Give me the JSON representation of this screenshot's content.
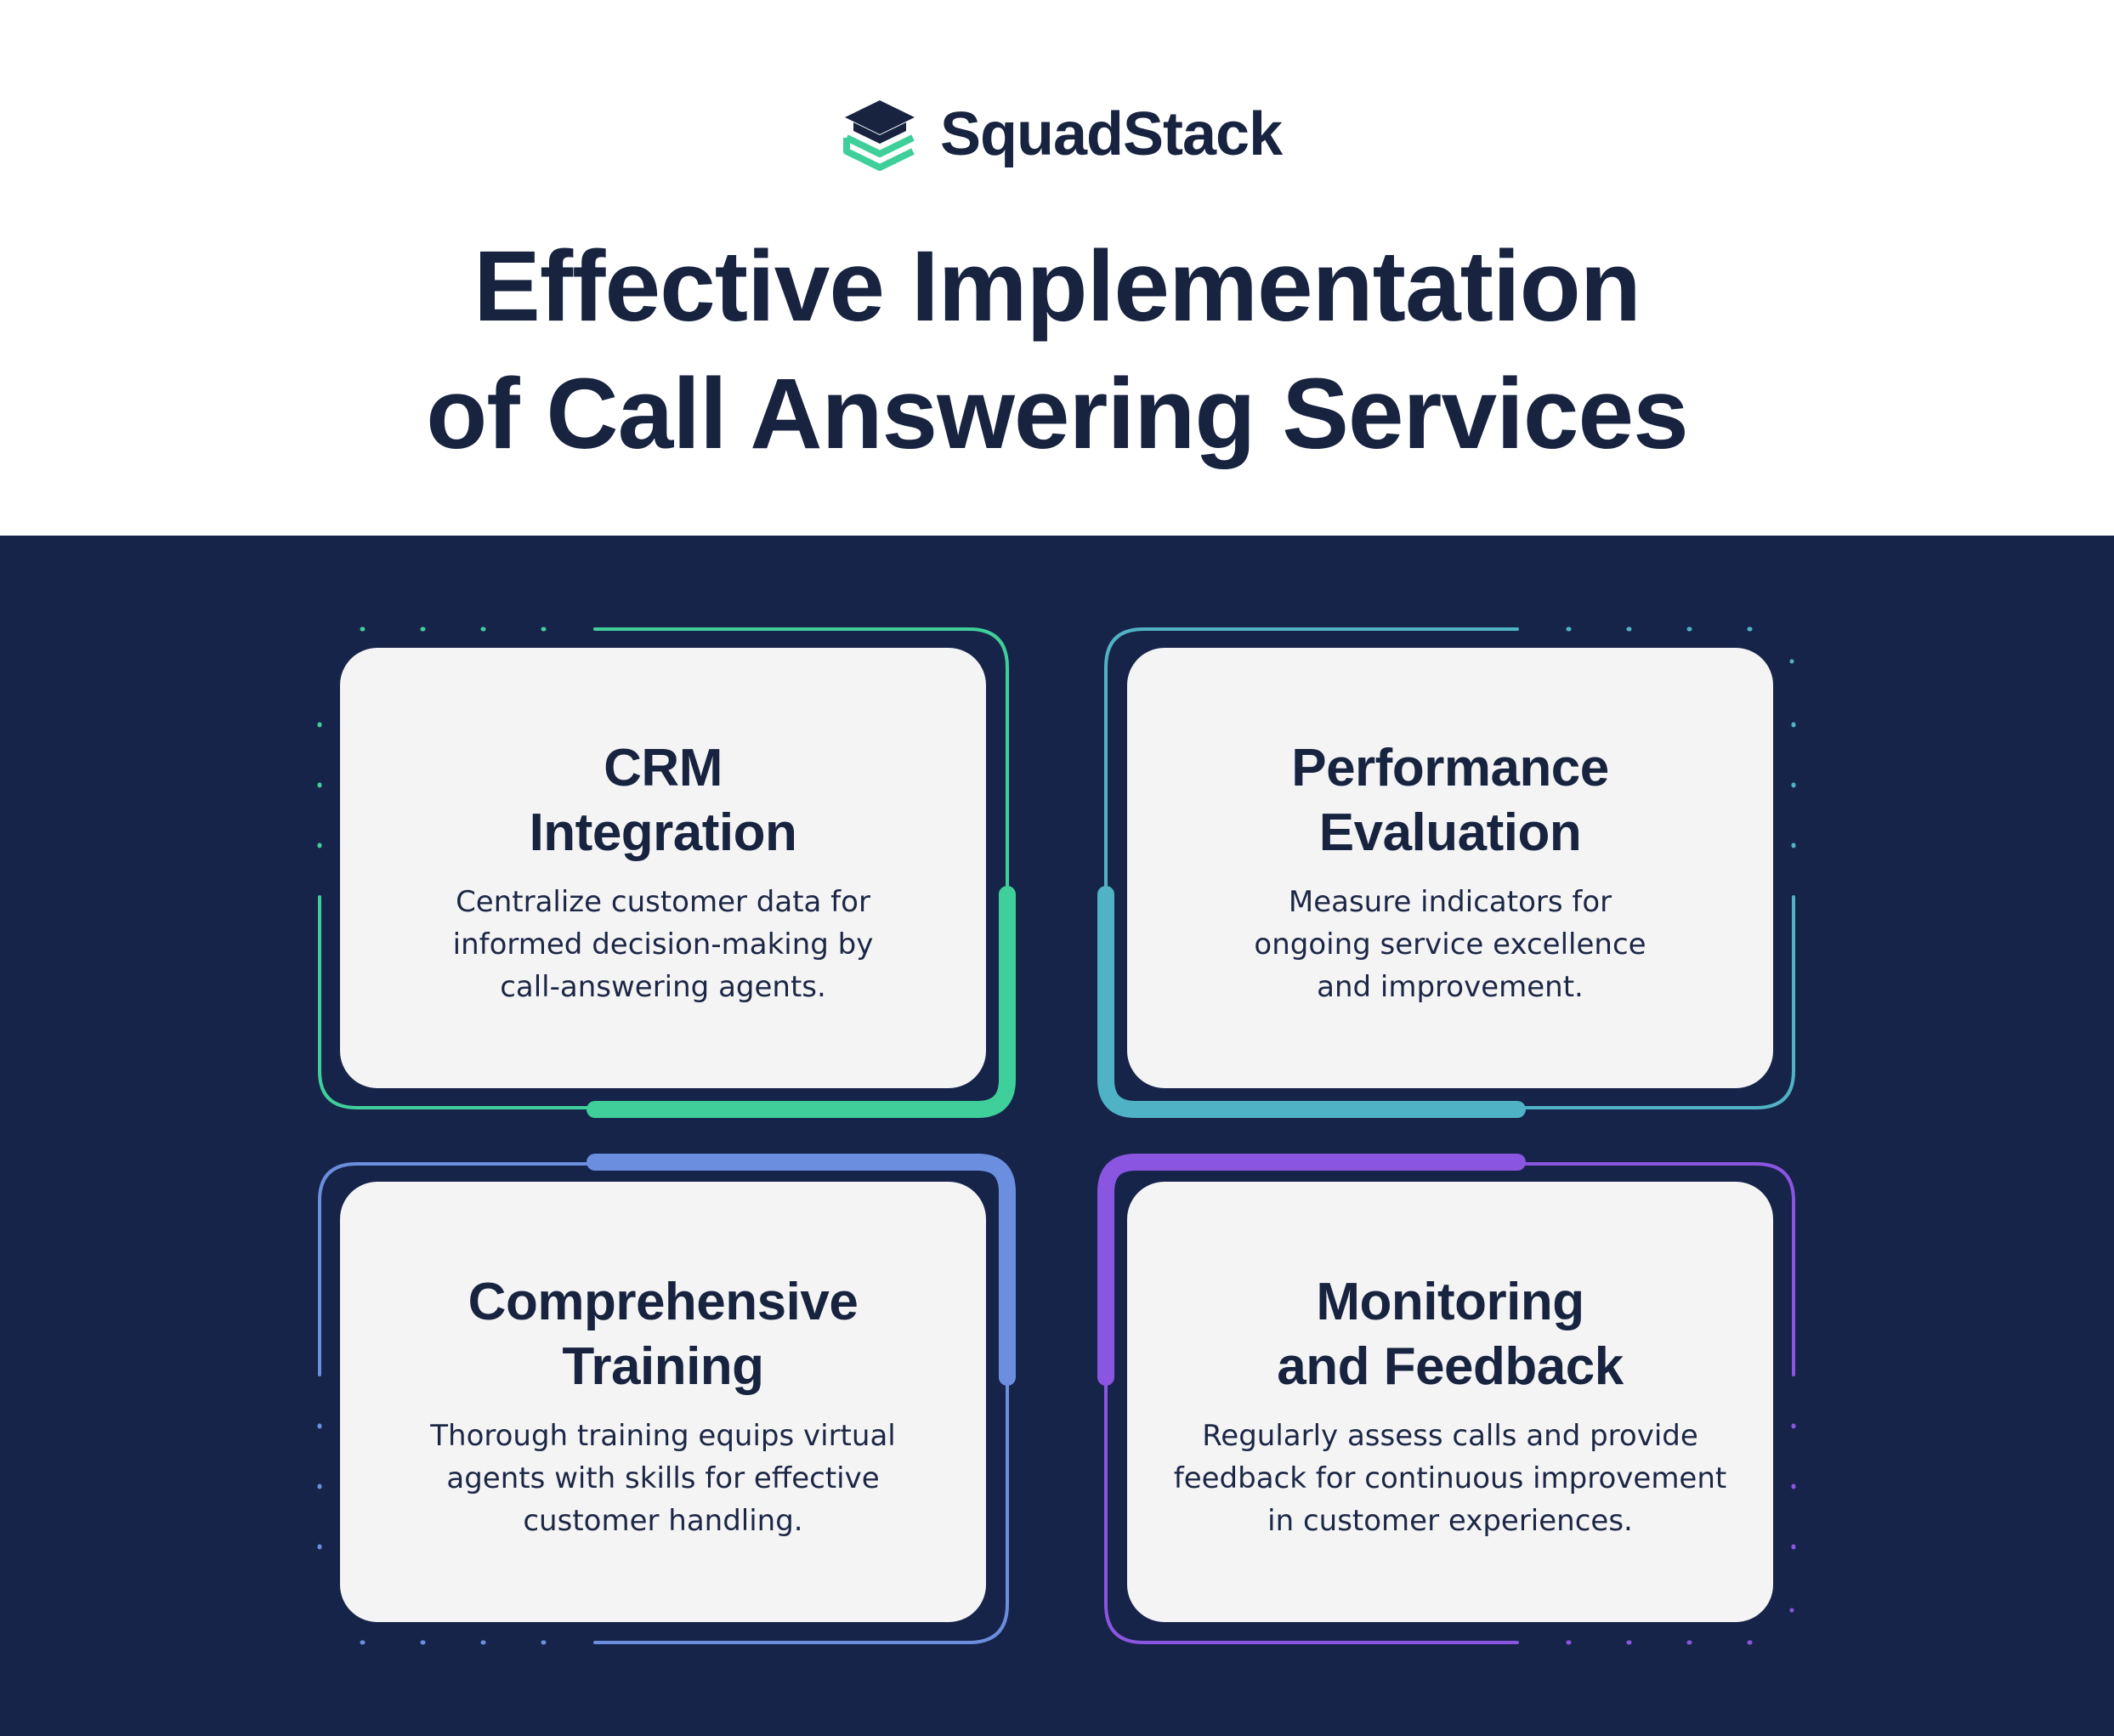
{
  "brand": {
    "name": "SquadStack",
    "logo_colors": {
      "top": "#17233f",
      "bottom": "#3ecf9a"
    }
  },
  "title": {
    "line1": "Effective Implementation",
    "line2": "of Call Answering Services"
  },
  "colors": {
    "background_dark": "#17244a",
    "card": "#f4f4f5",
    "text": "#17233f"
  },
  "cards": [
    {
      "title_line1": "CRM",
      "title_line2": "Integration",
      "description": "Centralize customer data for informed decision-making by call-answering agents.",
      "accent": "#3ecf9a"
    },
    {
      "title_line1": "Performance",
      "title_line2": "Evaluation",
      "description": "Measure indicators for ongoing service excellence and improvement.",
      "accent": "#4fb3c5"
    },
    {
      "title_line1": "Comprehensive",
      "title_line2": "Training",
      "description": "Thorough training equips virtual agents with skills for effective customer handling.",
      "accent": "#6b8ede"
    },
    {
      "title_line1": "Monitoring",
      "title_line2": "and Feedback",
      "description": "Regularly assess calls and provide feedback for continuous improvement in customer experiences.",
      "accent": "#8a55e0"
    }
  ]
}
